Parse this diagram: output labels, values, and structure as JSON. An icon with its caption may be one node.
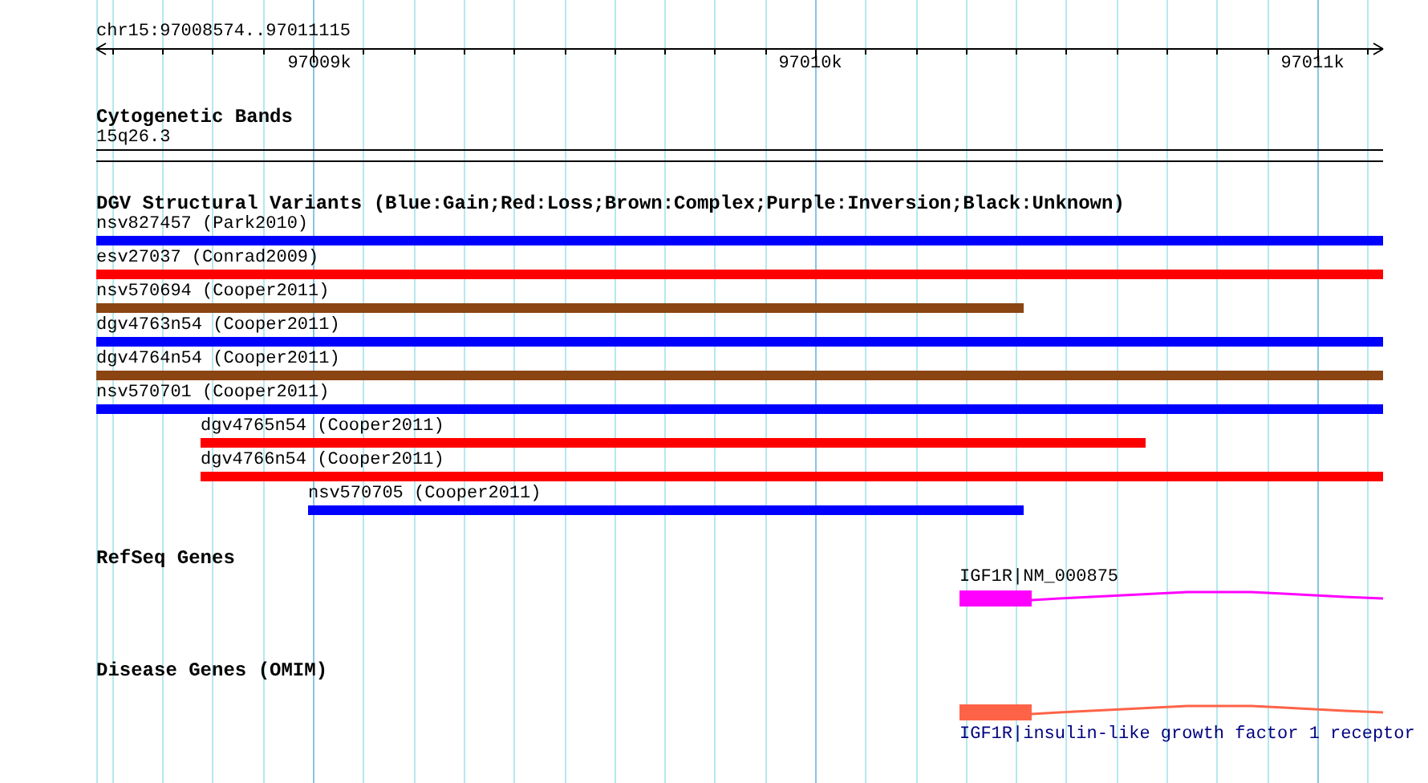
{
  "diagram": {
    "nodes": [
      {
        "text": [
          "nsv827457 (Park2010)"
        ]
      },
      {
        "text": [
          "esv27037 (Conrad2009)"
        ]
      },
      {
        "text": [
          "nsv570694 (Cooper2011)"
        ]
      },
      {
        "text": [
          "dgv4763n54 (Cooper2011)"
        ]
      },
      {
        "text": [
          "dgv4764n54 (Cooper2011)"
        ]
      },
      {
        "text": [
          "nsv570701 (Cooper2011)"
        ]
      },
      {
        "text": [
          "dgv4765n54 (Cooper2011)"
        ]
      },
      {
        "text": [
          "dgv4766n54 (Cooper2011)"
        ]
      },
      {
        "text": [
          "nsv570705 (Cooper2011)"
        ]
      },
      {
        "text": [
          "IGF1R|NM_000875"
        ]
      },
      {
        "text": [
          "IGF1R|insulin-like growth factor 1 receptor"
        ]
      }
    ],
    "labels": [
      "chr15:97008574..97011115",
      "97009k",
      "97010k",
      "97011k",
      "Cytogenetic Bands",
      "15q26.3",
      "DGV Structural Variants (Blue:Gain;Red:Loss;Brown:Complex;Purple:Inversion;Black:Unknown)",
      "RefSeq Genes",
      "Disease Genes (OMIM)"
    ]
  }
}
